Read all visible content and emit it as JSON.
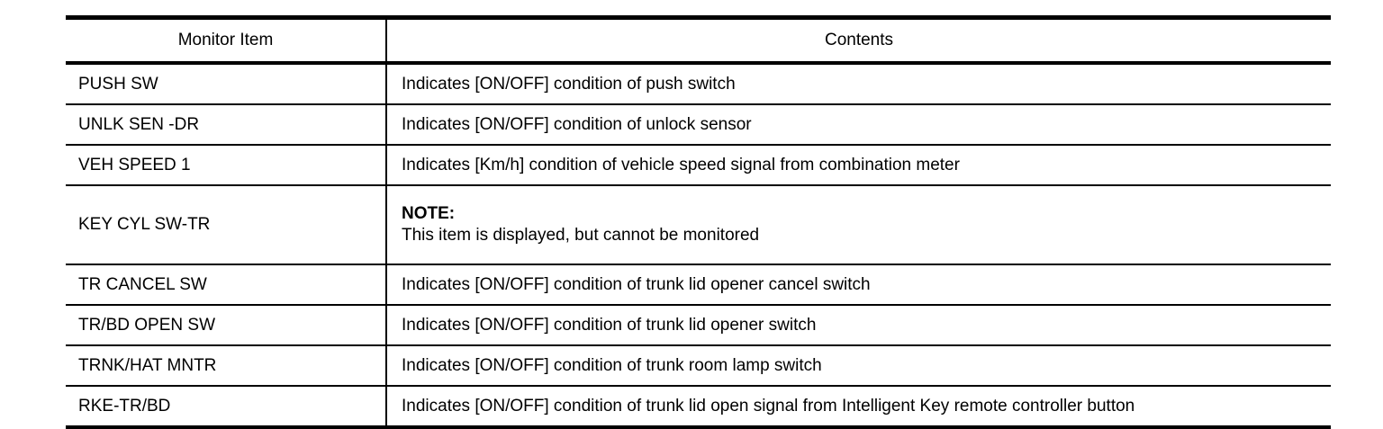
{
  "table": {
    "columns": [
      {
        "key": "monitor_item",
        "label": "Monitor Item",
        "align": "center"
      },
      {
        "key": "contents",
        "label": "Contents",
        "align": "center"
      }
    ],
    "rows": [
      {
        "monitor_item": "PUSH SW",
        "contents": "Indicates [ON/OFF] condition of push switch"
      },
      {
        "monitor_item": "UNLK SEN -DR",
        "contents": "Indicates [ON/OFF] condition of unlock sensor"
      },
      {
        "monitor_item": "VEH SPEED 1",
        "contents": "Indicates [Km/h] condition of vehicle speed signal from combination meter"
      },
      {
        "monitor_item": "KEY CYL SW-TR",
        "note_label": "NOTE:",
        "note_text": "This item is displayed, but cannot be monitored"
      },
      {
        "monitor_item": "TR CANCEL SW",
        "contents": "Indicates [ON/OFF] condition of trunk lid opener cancel switch"
      },
      {
        "monitor_item": "TR/BD OPEN SW",
        "contents": "Indicates [ON/OFF] condition of trunk lid opener switch"
      },
      {
        "monitor_item": "TRNK/HAT MNTR",
        "contents": "Indicates [ON/OFF] condition of trunk room lamp switch"
      },
      {
        "monitor_item": "RKE-TR/BD",
        "contents": "Indicates [ON/OFF] condition of trunk lid open signal from Intelligent Key remote controller button"
      }
    ]
  },
  "colors": {
    "rule": "#000000",
    "text": "#000000",
    "background": "#ffffff"
  }
}
